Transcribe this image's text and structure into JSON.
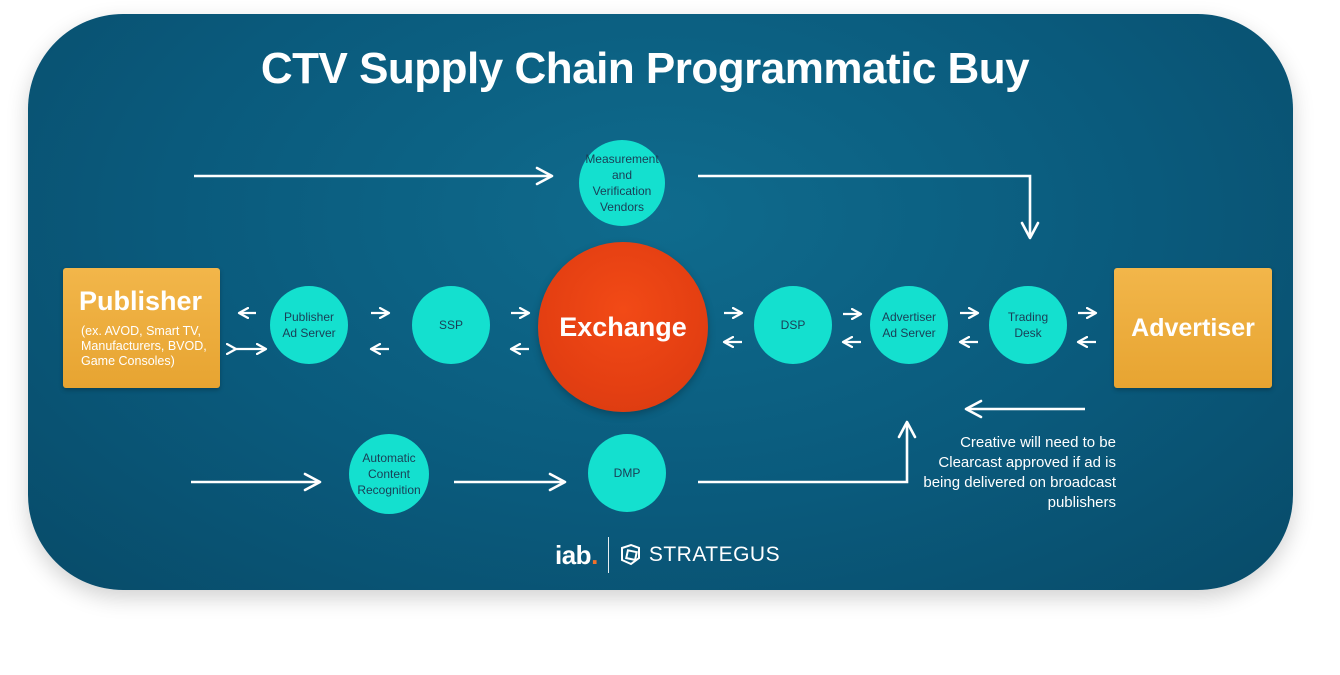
{
  "title": "CTV Supply Chain Programmatic Buy",
  "publisher": {
    "label": "Publisher",
    "examples": "(ex. AVOD, Smart TV, Manufacturers, BVOD, Game Consoles)"
  },
  "advertiser": {
    "label": "Advertiser"
  },
  "exchange": {
    "label": "Exchange"
  },
  "nodes": {
    "measurement": "Measurement and Verification Vendors",
    "publisher_ad_server": "Publisher Ad Server",
    "ssp": "SSP",
    "dsp": "DSP",
    "advertiser_ad_server": "Advertiser Ad Server",
    "trading_desk": "Trading Desk",
    "acr": "Automatic Content Recognition",
    "dmp": "DMP"
  },
  "note": "Creative will need to be Clearcast approved if ad is being delivered on broadcast publishers",
  "footer": {
    "iab": "iab",
    "iab_dot": ".",
    "strategus": "STRATEGUS"
  },
  "colors": {
    "panel": "#0a5a7c",
    "box": "#eaa93a",
    "node": "#14e0cf",
    "exchange": "#e43f12"
  }
}
